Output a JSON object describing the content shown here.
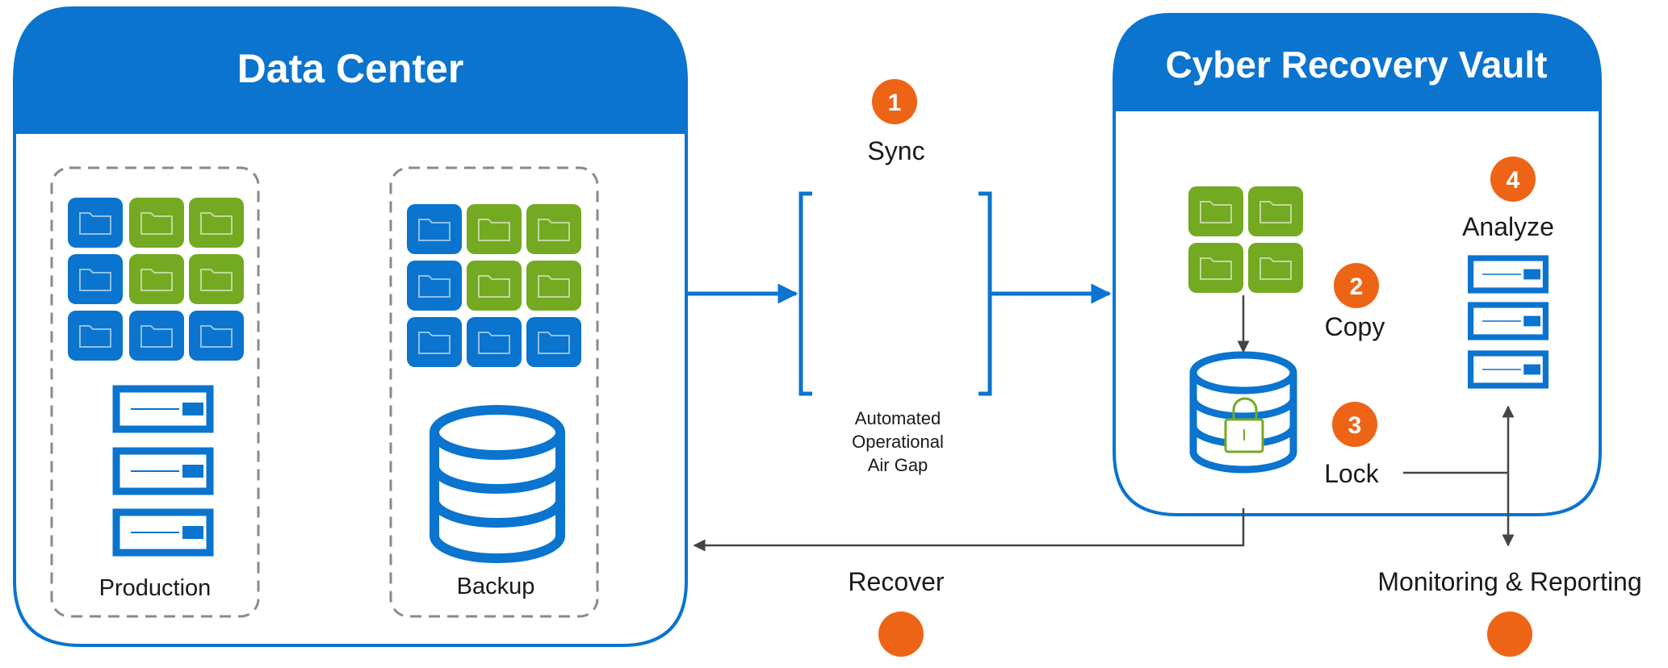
{
  "data_center": {
    "title": "Data Center",
    "production_label": "Production",
    "backup_label": "Backup"
  },
  "vault": {
    "title": "Cyber Recovery Vault"
  },
  "steps": {
    "sync": {
      "number": "1",
      "label": "Sync"
    },
    "copy": {
      "number": "2",
      "label": "Copy"
    },
    "lock": {
      "number": "3",
      "label": "Lock"
    },
    "analyze": {
      "number": "4",
      "label": "Analyze"
    }
  },
  "air_gap": {
    "line1": "Automated",
    "line2": "Operational",
    "line3": "Air Gap"
  },
  "recover_label": "Recover",
  "monitoring_label": "Monitoring & Reporting",
  "colors": {
    "primary_blue": "#0a74cf",
    "folder_green": "#74a922",
    "step_orange": "#ee6417",
    "dashed_gray": "#8a8a8a",
    "arrow_gray": "#444444"
  },
  "icons": {
    "folder": "folder-icon",
    "server": "server-icon",
    "database": "database-icon",
    "lock": "lock-icon"
  }
}
